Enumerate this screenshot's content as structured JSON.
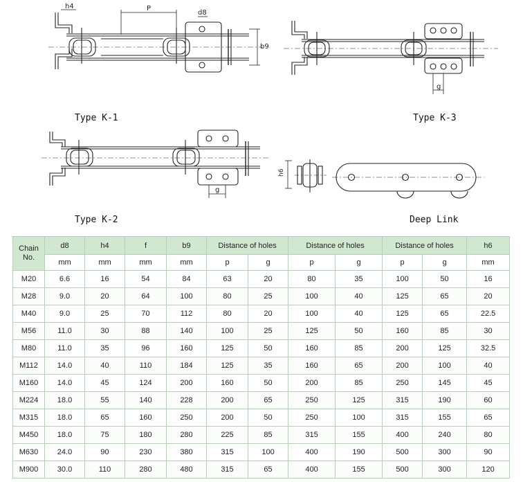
{
  "captions": {
    "k1": "Type K-1",
    "k3": "Type K-3",
    "k2": "Type K-2",
    "deep": "Deep Link"
  },
  "dimension_labels": {
    "h4": "h4",
    "p": "P",
    "d8": "d8",
    "b9": "b9",
    "g_k3": "g",
    "g_k2": "g",
    "h6": "h6"
  },
  "table": {
    "header_top": {
      "chain_no": "Chain No.",
      "d8": "d8",
      "h4": "h4",
      "f": "f",
      "b9": "b9",
      "holes_1": "Distance of holes",
      "holes_2": "Distance of holes",
      "holes_3": "Distance of holes",
      "h6": "h6"
    },
    "header_units": [
      "mm",
      "mm",
      "mm",
      "mm",
      "p",
      "g",
      "p",
      "g",
      "p",
      "g",
      "mm"
    ],
    "rows": [
      [
        "M20",
        "6.6",
        "16",
        "54",
        "84",
        "63",
        "20",
        "80",
        "35",
        "100",
        "50",
        "16"
      ],
      [
        "M28",
        "9.0",
        "20",
        "64",
        "100",
        "80",
        "25",
        "100",
        "40",
        "125",
        "65",
        "20"
      ],
      [
        "M40",
        "9.0",
        "25",
        "70",
        "112",
        "80",
        "20",
        "100",
        "40",
        "125",
        "65",
        "22.5"
      ],
      [
        "M56",
        "11.0",
        "30",
        "88",
        "140",
        "100",
        "25",
        "125",
        "50",
        "160",
        "85",
        "30"
      ],
      [
        "M80",
        "11.0",
        "35",
        "96",
        "160",
        "125",
        "50",
        "160",
        "85",
        "200",
        "125",
        "32.5"
      ],
      [
        "M112",
        "14.0",
        "40",
        "110",
        "184",
        "125",
        "35",
        "160",
        "65",
        "200",
        "100",
        "40"
      ],
      [
        "M160",
        "14.0",
        "45",
        "124",
        "200",
        "160",
        "50",
        "200",
        "85",
        "250",
        "145",
        "45"
      ],
      [
        "M224",
        "18.0",
        "55",
        "140",
        "228",
        "200",
        "65",
        "250",
        "125",
        "315",
        "190",
        "60"
      ],
      [
        "M315",
        "18.0",
        "65",
        "160",
        "250",
        "200",
        "50",
        "250",
        "100",
        "315",
        "155",
        "65"
      ],
      [
        "M450",
        "18.0",
        "75",
        "180",
        "280",
        "225",
        "85",
        "315",
        "155",
        "400",
        "240",
        "80"
      ],
      [
        "M630",
        "24.0",
        "90",
        "230",
        "380",
        "315",
        "100",
        "400",
        "190",
        "500",
        "300",
        "90"
      ],
      [
        "M900",
        "30.0",
        "110",
        "280",
        "480",
        "315",
        "65",
        "400",
        "155",
        "500",
        "300",
        "120"
      ]
    ]
  }
}
